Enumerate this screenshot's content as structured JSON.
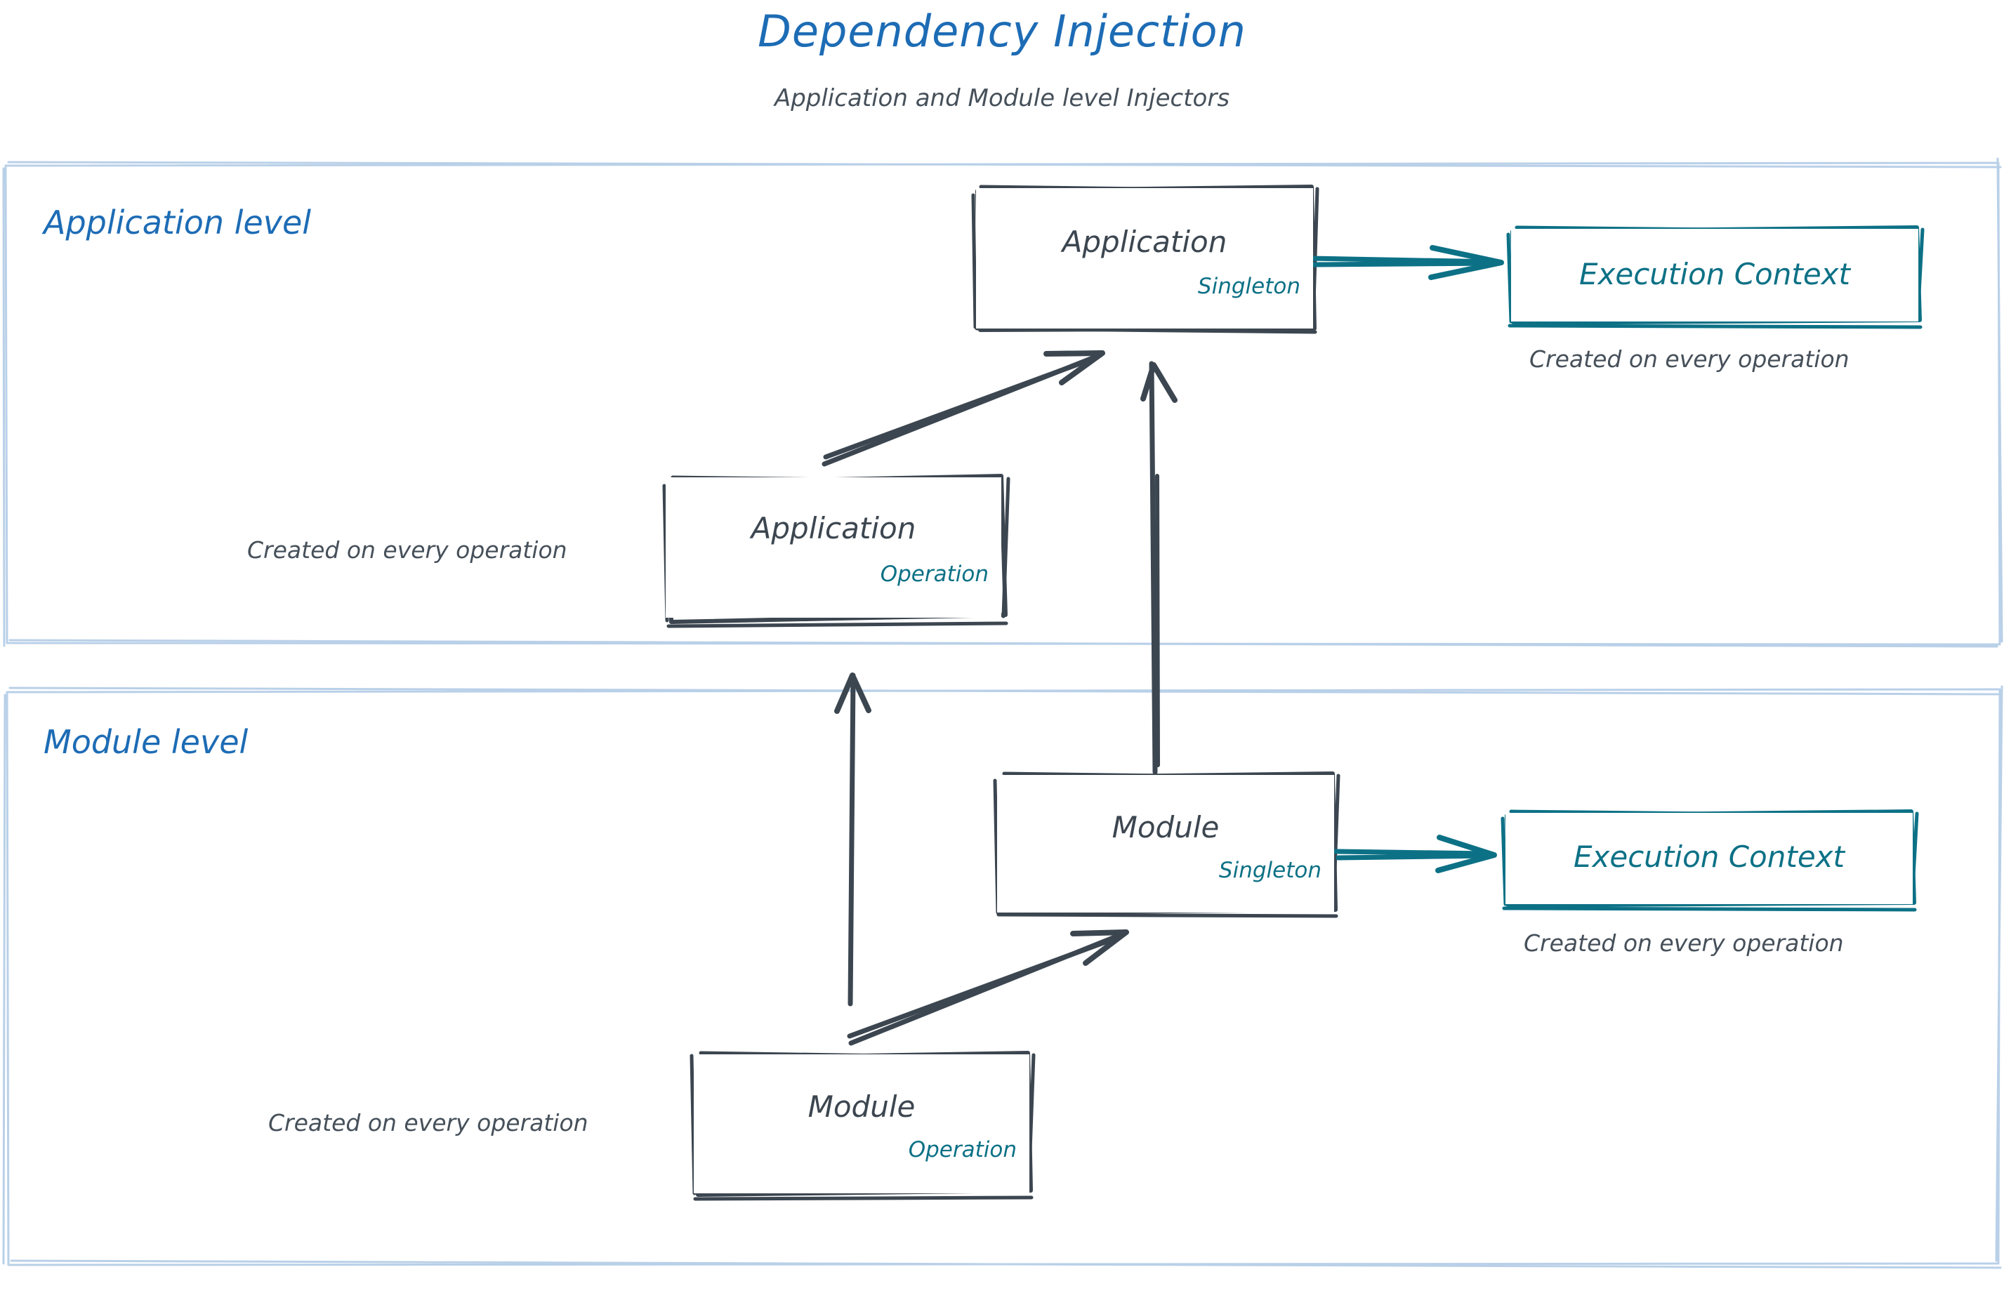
{
  "header": {
    "title": "Dependency Injection",
    "subtitle": "Application and Module level Injectors",
    "title_color": "#1d6cb5",
    "subtitle_color": "#46505a"
  },
  "colors": {
    "panel_border": "#b9d0e8",
    "node_stroke": "#3c4650",
    "accent_teal": "#0d7186",
    "blue": "#1d6cb5",
    "background": "#ffffff"
  },
  "panels": [
    {
      "id": "application-level",
      "label": "Application level"
    },
    {
      "id": "module-level",
      "label": "Module level"
    }
  ],
  "nodes": [
    {
      "id": "application-singleton",
      "title": "Application",
      "scope": "Singleton",
      "stroke": "#3c4650"
    },
    {
      "id": "application-operation",
      "title": "Application",
      "scope": "Operation",
      "stroke": "#3c4650"
    },
    {
      "id": "module-singleton",
      "title": "Module",
      "scope": "Singleton",
      "stroke": "#3c4650"
    },
    {
      "id": "module-operation",
      "title": "Module",
      "scope": "Operation",
      "stroke": "#3c4650"
    },
    {
      "id": "execution-context-application",
      "title": "Execution Context",
      "stroke": "#0d7186"
    },
    {
      "id": "execution-context-module",
      "title": "Execution Context",
      "stroke": "#0d7186"
    }
  ],
  "captions": {
    "application_operation": "Created on every operation",
    "module_operation": "Created on every operation",
    "execution_context_application": "Created on every operation",
    "execution_context_module": "Created on every operation"
  },
  "edges": [
    {
      "id": "app-singleton-to-exec-context",
      "from": "application-singleton",
      "to": "execution-context-application",
      "color": "#0d7186",
      "direction": "right"
    },
    {
      "id": "app-operation-to-app-singleton",
      "from": "application-operation",
      "to": "application-singleton",
      "color": "#3c4650",
      "direction": "up-right"
    },
    {
      "id": "module-singleton-to-app-singleton",
      "from": "module-singleton",
      "to": "application-singleton",
      "color": "#3c4650",
      "direction": "up"
    },
    {
      "id": "module-operation-to-app-operation",
      "from": "module-operation",
      "to": "application-operation",
      "color": "#3c4650",
      "direction": "up"
    },
    {
      "id": "module-operation-to-module-singleton",
      "from": "module-operation",
      "to": "module-singleton",
      "color": "#3c4650",
      "direction": "up-right"
    },
    {
      "id": "module-singleton-to-exec-context",
      "from": "module-singleton",
      "to": "execution-context-module",
      "color": "#0d7186",
      "direction": "right"
    }
  ]
}
